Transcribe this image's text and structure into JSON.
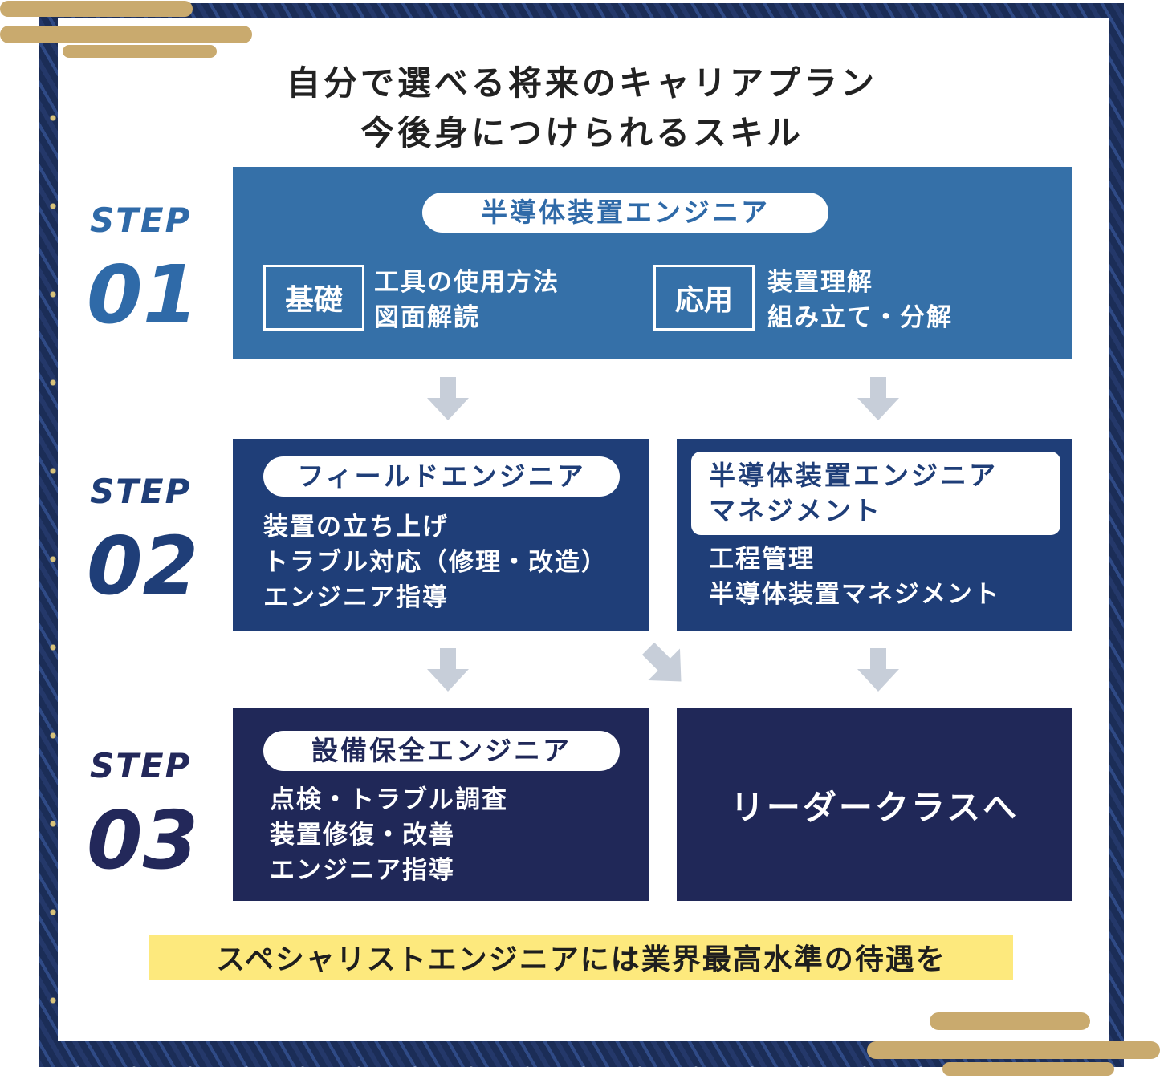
{
  "title": {
    "line1": "自分で選べる将来のキャリアプラン",
    "line2": "今後身につけられるスキル"
  },
  "steps": [
    {
      "word": "STEP",
      "num": "01",
      "color": "#2f6aa8"
    },
    {
      "word": "STEP",
      "num": "02",
      "color": "#1f3e78"
    },
    {
      "word": "STEP",
      "num": "03",
      "color": "#23285a"
    }
  ],
  "step1": {
    "pill": "半導体装置エンジニア",
    "basic_tag": "基礎",
    "basic_lines": [
      "工具の使用方法",
      "図面解読"
    ],
    "applied_tag": "応用",
    "applied_lines": [
      "装置理解",
      "組み立て・分解"
    ],
    "color": "#3570a8"
  },
  "step2": {
    "left_pill": "フィールドエンジニア",
    "left_lines": [
      "装置の立ち上げ",
      "トラブル対応（修理・改造）",
      "エンジニア指導"
    ],
    "right_pill_line1": "半導体装置エンジニア",
    "right_pill_line2": "マネジメント",
    "right_lines": [
      "工程管理",
      "半導体装置マネジメント"
    ],
    "color": "#1f3e78"
  },
  "step3": {
    "left_pill": "設備保全エンジニア",
    "left_lines": [
      "点検・トラブル調査",
      "装置修復・改善",
      "エンジニア指導"
    ],
    "right_text": "リーダークラスへ",
    "color": "#202858"
  },
  "bottom_note": "スペシャリストエンジニアには業界最高水準の待遇を",
  "colors": {
    "frame": "#1b2d57",
    "gold": "#c9aa6e",
    "arrow": "#c7ced9",
    "highlight": "#fde97d"
  }
}
